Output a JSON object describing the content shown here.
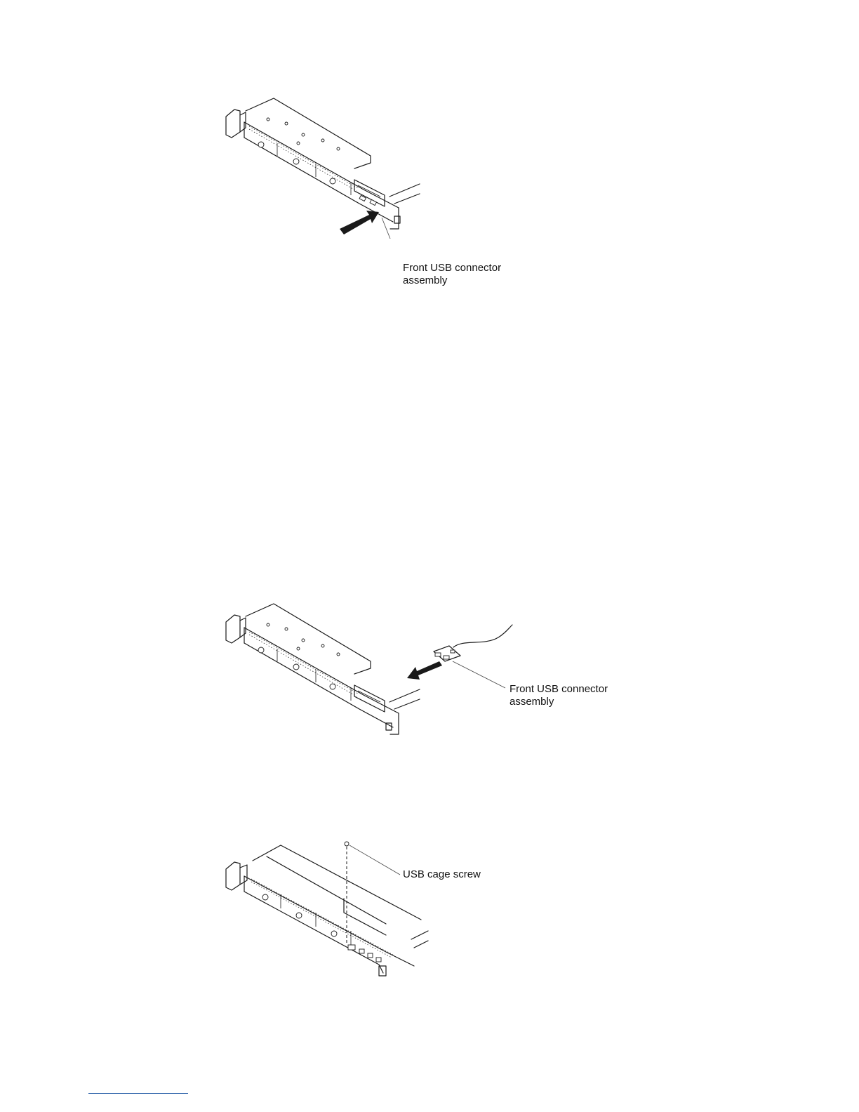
{
  "figures": [
    {
      "label_lines": [
        "Front USB connector",
        "assembly"
      ]
    },
    {
      "label_lines": [
        "Front USB connector",
        "assembly"
      ]
    },
    {
      "label_lines": [
        "USB cage screw"
      ]
    }
  ]
}
